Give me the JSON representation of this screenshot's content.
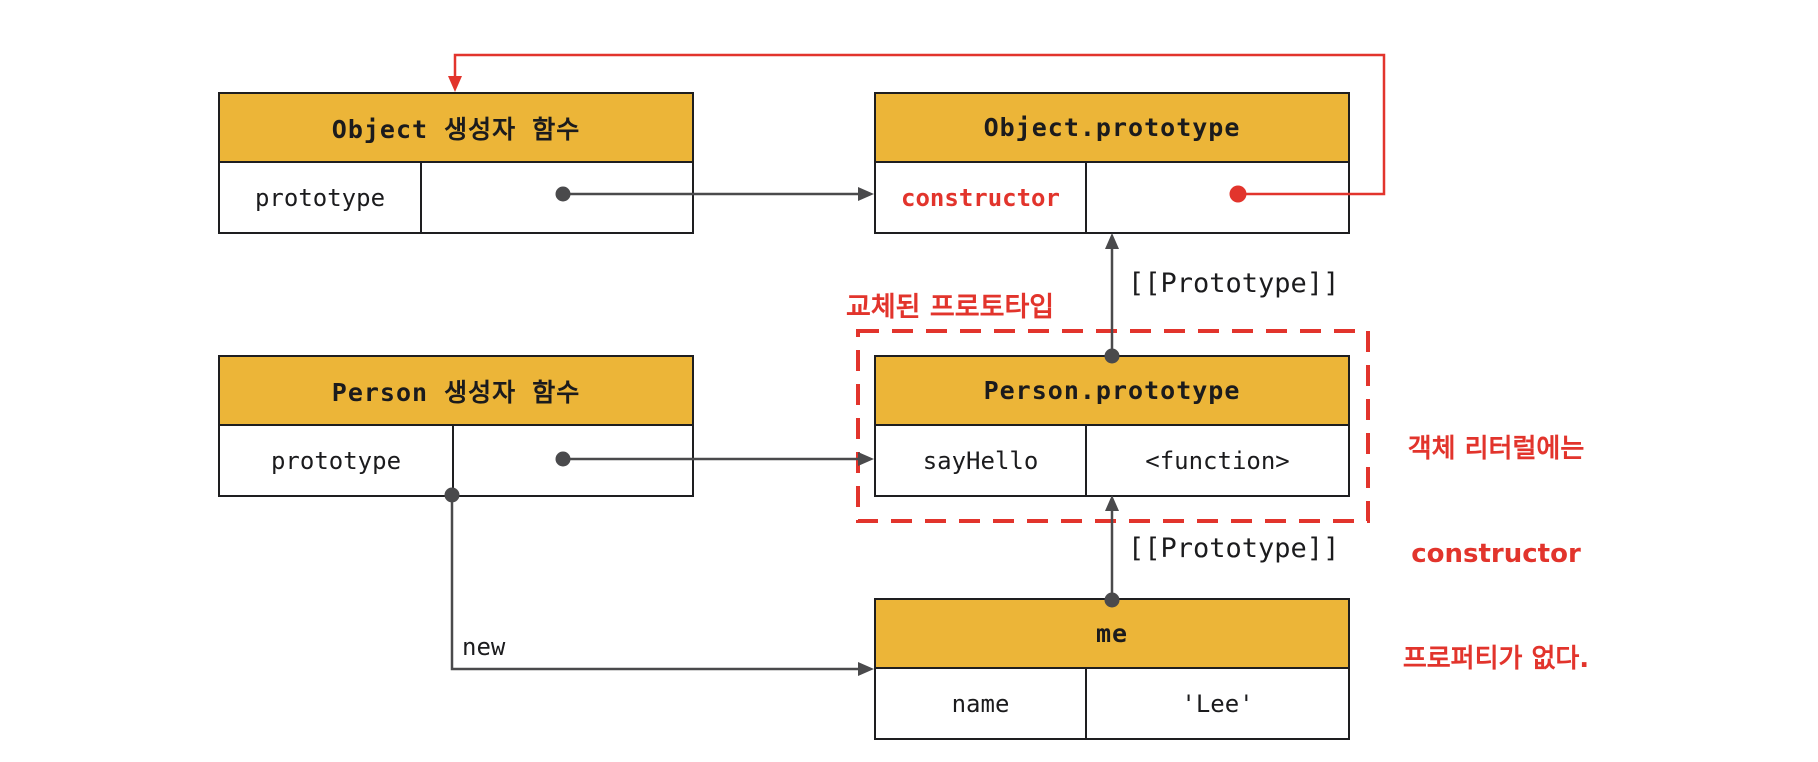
{
  "diagram": {
    "boxes": {
      "object_constructor": {
        "title": "Object 생성자 함수",
        "rows": [
          {
            "key": "prototype",
            "value": ""
          }
        ]
      },
      "object_prototype": {
        "title": "Object.prototype",
        "rows": [
          {
            "key": "constructor",
            "value": ""
          }
        ]
      },
      "person_constructor": {
        "title": "Person 생성자 함수",
        "rows": [
          {
            "key": "prototype",
            "value": ""
          }
        ]
      },
      "person_prototype": {
        "title": "Person.prototype",
        "rows": [
          {
            "key": "sayHello",
            "value": "<function>"
          }
        ]
      },
      "me": {
        "title": "me",
        "rows": [
          {
            "key": "name",
            "value": "'Lee'"
          }
        ]
      }
    },
    "labels": {
      "prototype_link_top": "[[Prototype]]",
      "prototype_link_bottom": "[[Prototype]]",
      "new_operator": "new",
      "replaced_prototype": "교체된 프로토타입",
      "annotation_lines": [
        "객체 리터럴에는",
        "constructor",
        "프로퍼티가 없다."
      ]
    },
    "colors": {
      "header_yellow": "#ECB538",
      "box_border": "#1e1e20",
      "connector_gray": "#4a4a4c",
      "accent_red": "#E2342C",
      "background": "#ffffff"
    }
  }
}
